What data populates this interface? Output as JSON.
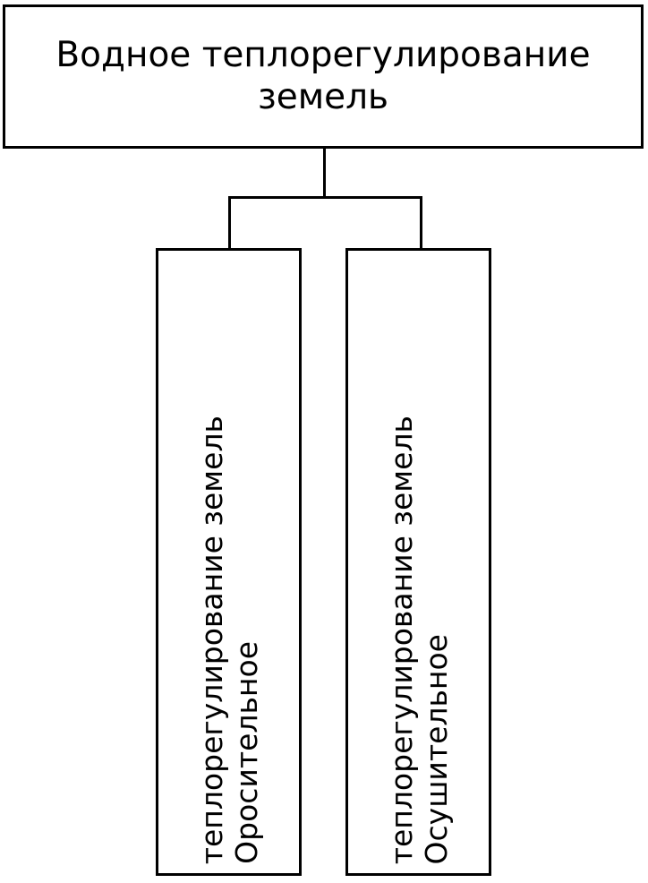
{
  "diagram": {
    "type": "hierarchy-tree",
    "orientation": "top-down",
    "colors": {
      "stroke": "#000000",
      "fill": "#ffffff",
      "text": "#000000"
    },
    "root": {
      "label": "Водное теплорегулирование земель",
      "label_line_1": "Водное теплорегулирование",
      "label_line_2": "земель"
    },
    "children": [
      {
        "id": "irrigation",
        "label": "Оросительное теплорегулирование земель",
        "label_line_1": "Оросительное",
        "label_line_2": "теплорегулирование земель",
        "text_orientation": "vertical-bottom-to-top"
      },
      {
        "id": "drainage",
        "label": "Осушительное теплорегулирование земель",
        "label_line_1": "Осушительное",
        "label_line_2": "теплорегулирование земель",
        "text_orientation": "vertical-bottom-to-top"
      }
    ]
  }
}
